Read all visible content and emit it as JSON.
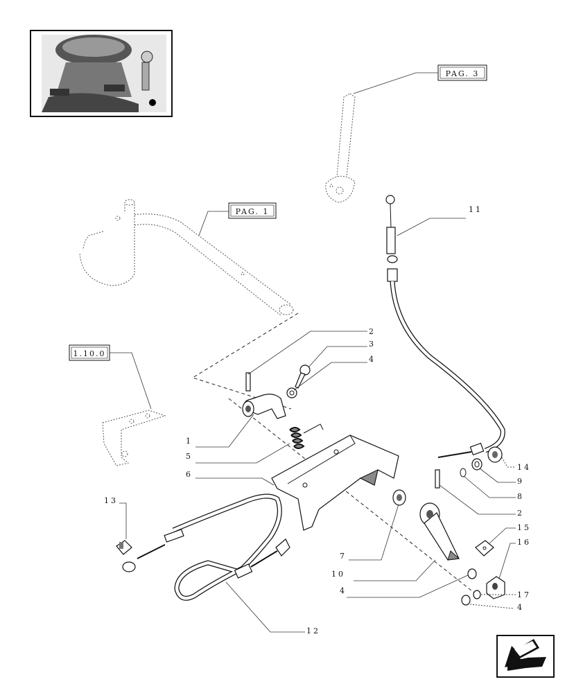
{
  "references": {
    "pag3": "PAG. 3",
    "pag1": "PAG. 1",
    "group": "1.10.0"
  },
  "callouts": [
    "1",
    "2",
    "3",
    "4",
    "5",
    "6",
    "7",
    "10",
    "4",
    "2",
    "8",
    "9",
    "14",
    "15",
    "16",
    "17",
    "4",
    "11",
    "12",
    "13"
  ],
  "thumbnail": {
    "marker_color": "#000000"
  },
  "nav": {
    "arrow": "back-arrow-icon"
  }
}
